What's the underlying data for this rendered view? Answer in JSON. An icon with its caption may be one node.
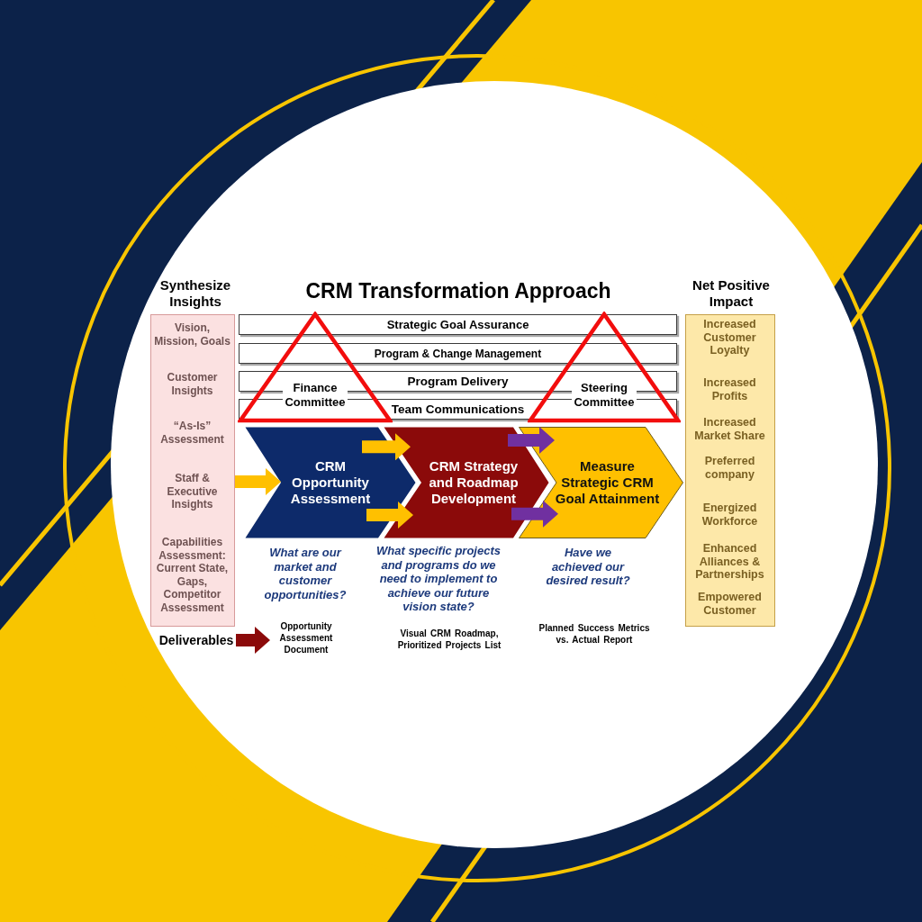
{
  "diagram": {
    "title": "CRM Transformation Approach",
    "nodes": [
      {
        "text": [
          "Synthesize Insights",
          "Vision, Mission, Goals",
          "Customer Insights",
          "“As-Is” Assessment",
          "Staff & Executive Insights",
          "Capabilities Assessment: Current State, Gaps, Competitor Assessment"
        ]
      },
      {
        "text": [
          "Strategic Goal Assurance"
        ]
      },
      {
        "text": [
          "Program & Change Management"
        ]
      },
      {
        "text": [
          "Program Delivery"
        ]
      },
      {
        "text": [
          "Team Communications"
        ]
      },
      {
        "text": [
          "Finance Committee"
        ]
      },
      {
        "text": [
          "Steering Committee"
        ]
      },
      {
        "text": [
          "CRM Opportunity Assessment"
        ],
        "beside": [
          "What are our market and customer opportunities?"
        ]
      },
      {
        "text": [
          "CRM Strategy and Roadmap Development"
        ],
        "beside": [
          "What specific projects and programs do we need to implement to achieve our future vision state?"
        ]
      },
      {
        "text": [
          "Measure Strategic CRM Goal Attainment"
        ],
        "beside": [
          "Have we achieved our desired result?"
        ]
      },
      {
        "text": [
          "Net Positive Impact",
          "Increased Customer Loyalty",
          "Increased Profits",
          "Increased Market Share",
          "Preferred company",
          "Energized Workforce",
          "Enhanced Alliances & Partnerships",
          "Empowered Customer"
        ]
      },
      {
        "text": [
          "Deliverables"
        ]
      },
      {
        "text": [
          "Opportunity Assessment Document"
        ]
      }
    ],
    "edges": [
      {
        "from": 0,
        "to": 7,
        "arrow": "to"
      },
      {
        "from": 7,
        "to": 8,
        "arrow": "to"
      },
      {
        "from": 7,
        "to": 8,
        "arrow": "to"
      },
      {
        "from": 8,
        "to": 9,
        "arrow": "to",
        "color": "#7030a0"
      },
      {
        "from": 8,
        "to": 9,
        "arrow": "to",
        "color": "#7030a0"
      },
      {
        "from": 11,
        "to": 12,
        "arrow": "to",
        "color": "#8b0a0a"
      }
    ],
    "labels": [
      "Visual CRM Roadmap, Prioritized Projects List",
      "Planned Success Metrics vs. Actual Report"
    ]
  }
}
